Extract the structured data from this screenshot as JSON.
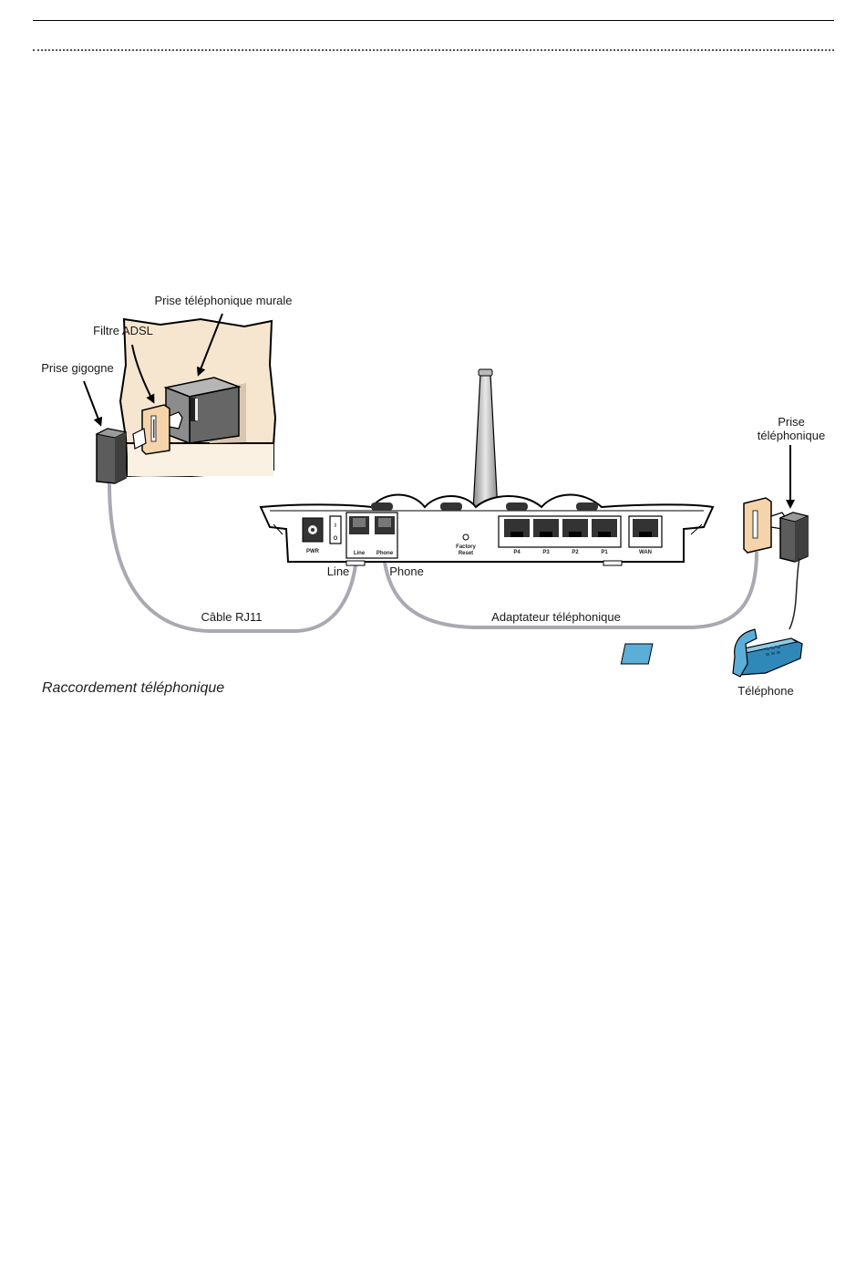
{
  "labels": {
    "wall_jack": "Prise téléphonique murale",
    "adsl_filter": "Filtre ADSL",
    "piggyback_plug": "Prise gigogne",
    "phone_jack_line1": "Prise",
    "phone_jack_line2": "téléphonique",
    "rj11_cable": "Câble RJ11",
    "phone_adapter": "Adaptateur téléphonique",
    "line": "Line",
    "phone": "Phone",
    "telephone": "Téléphone",
    "caption": "Raccordement téléphonique"
  },
  "router_ports": {
    "pwr": "PWR",
    "line": "Line",
    "phone": "Phone",
    "factory_reset_1": "Factory",
    "factory_reset_2": "Reset",
    "p4": "P4",
    "p3": "P3",
    "p2": "P2",
    "p1": "P1",
    "wan": "WAN",
    "switch_on": "I",
    "switch_off": "O"
  },
  "icons": [
    "router-illustration",
    "antenna-icon",
    "wall-socket-icon",
    "adsl-filter-icon",
    "piggyback-plug-icon",
    "phone-jack-icon",
    "telephone-icon"
  ],
  "colors": {
    "wall_background": "#f7e6cf",
    "filter": "#f6d4ab",
    "cable": "#a9a9b1",
    "telephone": "#5aaed8",
    "socket_gray": "#8c8c8c"
  }
}
